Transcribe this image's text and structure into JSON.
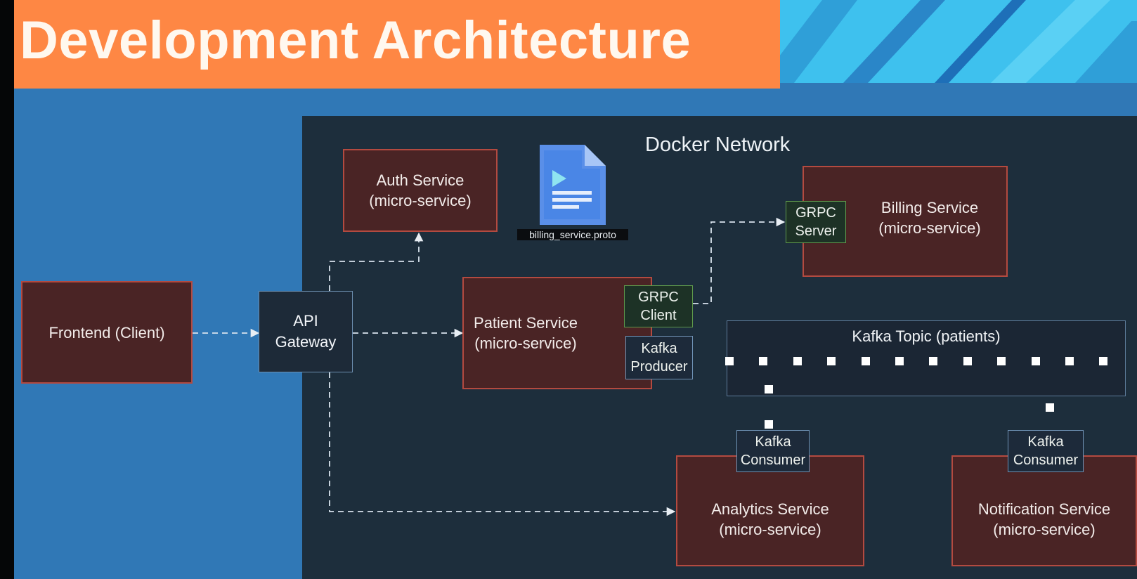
{
  "title": "Development Architecture",
  "network_label": "Docker Network",
  "colors": {
    "title_band": "#fe8744",
    "background": "#3078b6",
    "docker_network": "#1d2e3c",
    "service_fill": "#4a2425",
    "service_border": "#b34a40"
  },
  "frontend": {
    "label": "Frontend (Client)"
  },
  "gateway": {
    "line1": "API",
    "line2": "Gateway"
  },
  "auth_service": {
    "line1": "Auth Service",
    "line2": "(micro-service)"
  },
  "proto_file": {
    "label": "billing_service.proto",
    "icon": "document-play-icon"
  },
  "patient_service": {
    "line1": "Patient Service",
    "line2": "(micro-service)",
    "grpc_client": {
      "line1": "GRPC",
      "line2": "Client"
    },
    "kafka_producer": {
      "line1": "Kafka",
      "line2": "Producer"
    }
  },
  "billing_service": {
    "line1": "Billing Service",
    "line2": "(micro-service)",
    "grpc_server": {
      "line1": "GRPC",
      "line2": "Server"
    }
  },
  "kafka_topic": {
    "label": "Kafka Topic (patients)"
  },
  "analytics_service": {
    "line1": "Analytics Service",
    "line2": "(micro-service)",
    "consumer": {
      "line1": "Kafka",
      "line2": "Consumer"
    }
  },
  "notification_service": {
    "line1": "Notification Service",
    "line2": "(micro-service)",
    "consumer": {
      "line1": "Kafka",
      "line2": "Consumer"
    }
  }
}
